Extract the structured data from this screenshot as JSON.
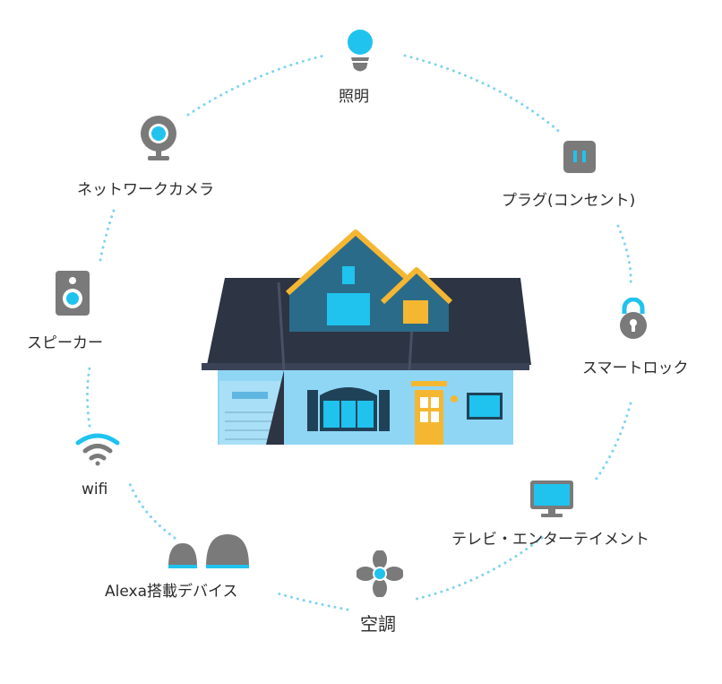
{
  "devices": {
    "lighting": {
      "label": "照明",
      "icon": "light-bulb-icon"
    },
    "plug": {
      "label": "プラグ(コンセント)",
      "icon": "plug-outlet-icon"
    },
    "smartlock": {
      "label": "スマートロック",
      "icon": "padlock-icon"
    },
    "tv": {
      "label": "テレビ・エンターテイメント",
      "icon": "tv-monitor-icon"
    },
    "aircon": {
      "label": "空調",
      "icon": "fan-icon"
    },
    "alexa": {
      "label": "Alexa搭載デバイス",
      "icon": "smart-speaker-icon"
    },
    "wifi": {
      "label": "wifi",
      "icon": "wifi-icon"
    },
    "speaker": {
      "label": "スピーカー",
      "icon": "speaker-icon"
    },
    "camera": {
      "label": "ネットワークカメラ",
      "icon": "network-camera-icon"
    }
  },
  "colors": {
    "accent": "#1fc3ee",
    "icon_gray": "#7a7a7a",
    "roof": "#2d3444",
    "wall": "#8fd6f5",
    "trim": "#f5b731",
    "dots": "#7fd3ef"
  }
}
